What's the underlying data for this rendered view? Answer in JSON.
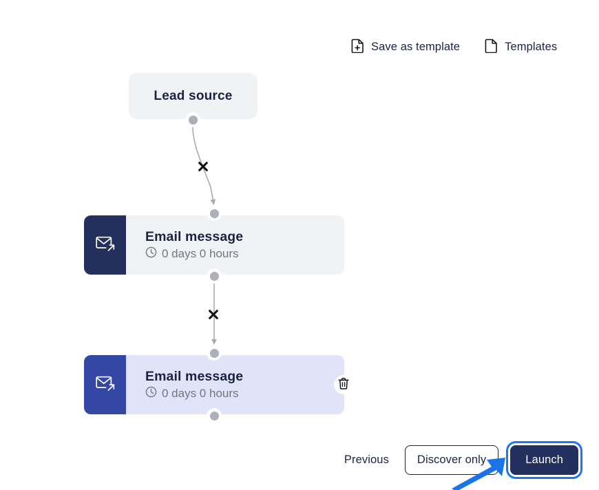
{
  "toolbar": {
    "save_template": {
      "label": "Save as template",
      "icon": "document-plus-icon"
    },
    "templates": {
      "label": "Templates",
      "icon": "document-icon"
    }
  },
  "flow": {
    "nodes": [
      {
        "id": "lead-source",
        "type": "trigger",
        "title": "Lead source",
        "selected": false,
        "bg_color": "#f1f2f4"
      },
      {
        "id": "email-message-1",
        "type": "email",
        "title": "Email message",
        "delay": "0 days 0 hours",
        "icon": "email-send-icon",
        "selected": false,
        "bg_color": "#f1f2f4",
        "icon_color": "#23305e"
      },
      {
        "id": "email-message-2",
        "type": "email",
        "title": "Email message",
        "delay": "0 days 0 hours",
        "icon": "email-send-icon",
        "selected": true,
        "bg_color": "#e1e4f8",
        "icon_color": "#3447a4",
        "delete_icon": "trash-icon"
      }
    ],
    "edges": [
      {
        "from": "lead-source",
        "to": "email-message-1",
        "marker": "remove-x-icon",
        "style": "curved"
      },
      {
        "from": "email-message-1",
        "to": "email-message-2",
        "marker": "remove-x-icon",
        "style": "straight"
      }
    ],
    "handle_color": "#adb0b8",
    "edge_color": "#aaaaae"
  },
  "footer": {
    "previous_label": "Previous",
    "discover_only_label": "Discover only",
    "launch_label": "Launch",
    "focus_ring_color": "#1877f2",
    "primary_color": "#23305e"
  },
  "annotation": {
    "pointer_color": "#1a73e8",
    "points_at": "Launch"
  }
}
